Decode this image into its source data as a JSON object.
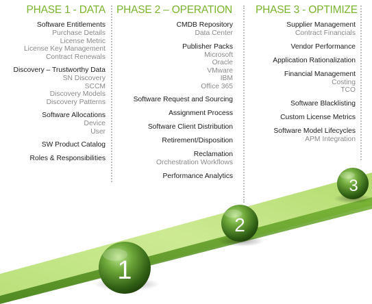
{
  "phases": [
    {
      "title": "PHASE 1 - DATA",
      "items": [
        {
          "main": "Software Entitlements",
          "subs": [
            "Purchase Details",
            "License Metric",
            "License Key Management",
            "Contract Renewals"
          ]
        },
        {
          "main": "Discovery – Trustworthy Data",
          "subs": [
            "SN Discovery",
            "SCCM",
            "Discovery Models",
            "Discovery Patterns"
          ]
        },
        {
          "main": "Software Allocations",
          "subs": [
            "Device",
            "User"
          ]
        },
        {
          "main": "SW Product Catalog",
          "subs": []
        },
        {
          "main": "Roles & Responsibilities",
          "subs": []
        }
      ]
    },
    {
      "title": "PHASE 2 – OPERATION",
      "items": [
        {
          "main": "CMDB Repository",
          "subs": [
            "Data Center"
          ]
        },
        {
          "main": "Publisher Packs",
          "subs": [
            "Microsoft",
            "Oracle",
            "VMware",
            "IBM",
            "Office 365"
          ]
        },
        {
          "main": "Software Request and Sourcing",
          "subs": []
        },
        {
          "main": "Assignment Process",
          "subs": []
        },
        {
          "main": "Software Client Distribution",
          "subs": []
        },
        {
          "main": "Retirement/Disposition",
          "subs": []
        },
        {
          "main": "Reclamation",
          "subs": [
            "Orchestration Workflows"
          ]
        },
        {
          "main": "Performance Analytics",
          "subs": []
        }
      ]
    },
    {
      "title": "PHASE 3 - OPTIMIZE",
      "items": [
        {
          "main": "Supplier Management",
          "subs": [
            "Contract Financials"
          ]
        },
        {
          "main": "Vendor Performance",
          "subs": []
        },
        {
          "main": "Application Rationalization",
          "subs": []
        },
        {
          "main": "Financial Management",
          "subs": [
            "Costing",
            "TCO"
          ]
        },
        {
          "main": "Software Blacklisting",
          "subs": []
        },
        {
          "main": "Custom License Metrics",
          "subs": []
        },
        {
          "main": "Software Model Lifecycles",
          "subs": [
            "APM Integration"
          ]
        }
      ]
    }
  ],
  "markers": [
    "1",
    "2",
    "3"
  ],
  "colors": {
    "accent": "#7ab32e",
    "item_text": "#1a1a1a",
    "sub_text": "#8a8a8a",
    "divider": "#bdbdbd",
    "ramp_light": "#c8e88a",
    "ramp_dark": "#5e9a22",
    "sphere_light": "#9fd06a",
    "sphere_dark": "#2d5a12"
  },
  "icons": {
    "marker": "green-sphere-icon",
    "divider": "dotted-divider-icon"
  }
}
